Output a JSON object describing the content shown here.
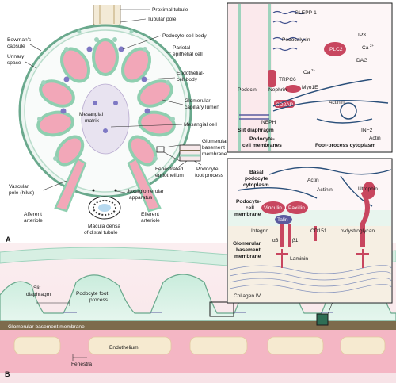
{
  "panel_a": {
    "letter": "A",
    "labels": {
      "proximal_tubule": "Proximal tubule",
      "tubular_pole": "Tubular pole",
      "bowmans_capsule_1": "Bowman's",
      "bowmans_capsule_2": "capsule",
      "urinary_space_1": "Urinary",
      "urinary_space_2": "space",
      "podocyte_cell_body": "Podocyte-cell body",
      "parietal_1": "Parietal",
      "parietal_2": "epithelial cell",
      "endothelial_1": "Endothelial-",
      "endothelial_2": "cell body",
      "glomerular_lumen_1": "Glomerular",
      "glomerular_lumen_2": "capillary lumen",
      "mesangial_matrix_1": "Mesangial",
      "mesangial_matrix_2": "matrix",
      "mesangial_cell": "Mesangial cell",
      "gbm_1": "Glomerular",
      "gbm_2": "basement",
      "gbm_3": "membrane",
      "fenestrated_1": "Fenestrated",
      "fenestrated_2": "endothelium",
      "podocyte_foot_1": "Podocyte",
      "podocyte_foot_2": "foot process",
      "vascular_pole_1": "Vascular",
      "vascular_pole_2": "pole (hilus)",
      "juxtaglomerular_1": "Juxtaglomerular",
      "juxtaglomerular_2": "apparatus",
      "afferent_1": "Afferent",
      "afferent_2": "arteriole",
      "efferent_1": "Efferent",
      "efferent_2": "arteriole",
      "macula_1": "Macula densa",
      "macula_2": "of distal tubule"
    }
  },
  "inset_top": {
    "labels": {
      "glepp1": "GLEPP-1",
      "plc2": "PLC2",
      "ip3": "IP3",
      "ca2_top": "Ca",
      "dag": "DAG",
      "podocalyxin": "Podocalyxin",
      "ca2": "Ca",
      "sup2": "2+",
      "trpc6": "TRPC6",
      "myo1e": "Myo1E",
      "podocin": "Podocin",
      "nephrin": "Nephrin",
      "cd2ap": "CD2AP",
      "actinin": "Actinin",
      "neph": "NEPH",
      "slit_diaphragm": "Slit diaphragm",
      "inf2": "INF2",
      "podocyte_membranes_1": "Podocyte-",
      "podocyte_membranes_2": "cell membranes",
      "actin": "Actin",
      "foot_process_cytoplasm": "Foot-process cytoplasm"
    }
  },
  "inset_bottom": {
    "labels": {
      "basal_1": "Basal",
      "basal_2": "podocyte",
      "basal_3": "cytoplasm",
      "actin": "Actin",
      "actinin": "Actinin",
      "utrophin": "Utrophin",
      "pcm_1": "Podocyte-",
      "pcm_2": "cell",
      "pcm_3": "membrane",
      "vinculin": "Vinculin",
      "paxillin": "Paxillin",
      "talin": "Talin",
      "integrin": "Integrin",
      "cd151": "CD151",
      "dystroglycan": "α-dystroglycan",
      "gbm_1": "Glomerular",
      "gbm_2": "basement",
      "gbm_3": "membrane",
      "alpha3": "α3",
      "beta1": "β1",
      "laminin": "Laminin",
      "collagen": "Collagen IV"
    }
  },
  "panel_b": {
    "letter": "B",
    "labels": {
      "slit_1": "Slit",
      "slit_2": "diaphragm",
      "podo_1": "Podocyte foot",
      "podo_2": "process",
      "gbm": "Glomerular basement membrane",
      "endothelium": "Endothelium",
      "fenestra": "Fenestra"
    }
  },
  "colors": {
    "pink": "#f2a7b8",
    "green": "#9fd3bd",
    "beige": "#f3e4c4",
    "gbm_band": "#7d6b4c",
    "actin_blue": "#2a4f7a",
    "protein_red": "#c8465f"
  }
}
